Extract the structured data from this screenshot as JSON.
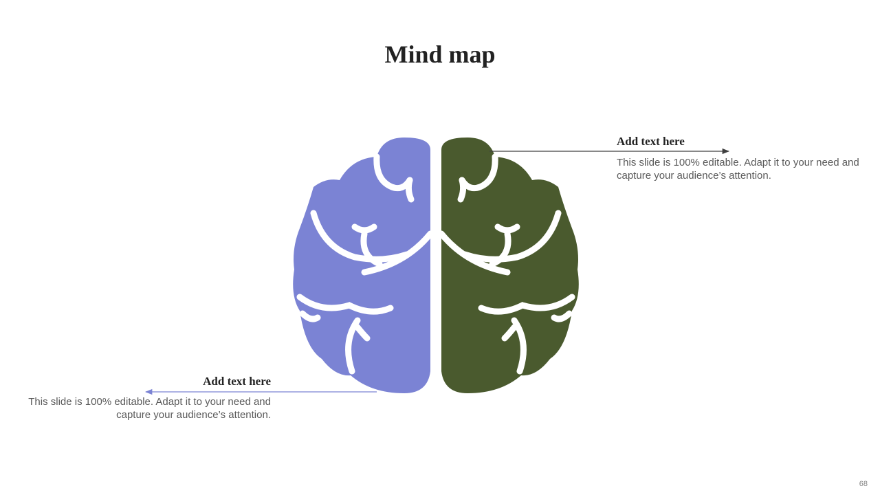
{
  "slide": {
    "title": "Mind map",
    "page_number": "68"
  },
  "callouts": [
    {
      "side": "right",
      "heading": "Add text here",
      "body": "This slide is 100% editable. Adapt it to your need and capture your audience’s attention."
    },
    {
      "side": "left",
      "heading": "Add text here",
      "body": "This slide is 100% editable. Adapt it to your need and capture your audience’s attention."
    }
  ],
  "colors": {
    "left_hemisphere": "#7b83d4",
    "right_hemisphere": "#4a5a2e",
    "right_arrow": "#404040",
    "left_arrow": "#7b83d4"
  },
  "icons": {
    "diagram": "brain-icon"
  }
}
